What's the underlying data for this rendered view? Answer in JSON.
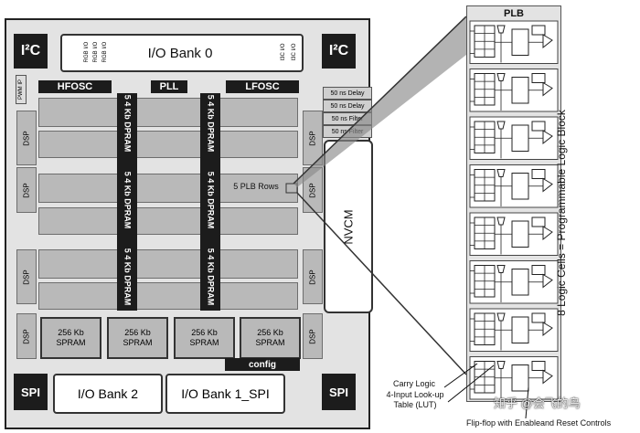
{
  "chip": {
    "i2c_label": "I²C",
    "spi_label": "SPI",
    "io_bank0": "I/O Bank 0",
    "io_bank2": "I/O Bank 2",
    "io_bank1": "I/O Bank 1_SPI",
    "rgb_io": [
      "RGB I/O",
      "RGB I/O",
      "RGB I/O"
    ],
    "i3c_io": [
      "I3C I/O",
      "I3C I/O"
    ],
    "pwm_ip": "PWM IP",
    "hfosc": "HFOSC",
    "pll": "PLL",
    "lfosc": "LFOSC",
    "dsp": "DSP",
    "dpram": "5 4 Kb DPRAM",
    "delays": [
      "50 ns Delay",
      "50 ns Delay",
      "50 ns Filter",
      "50 ns Filter"
    ],
    "plb_rows": "5 PLB Rows",
    "nvcm": "NVCM",
    "spram": [
      "256 Kb\nSPRAM",
      "256 Kb\nSPRAM",
      "256 Kb\nSPRAM",
      "256 Kb\nSPRAM"
    ],
    "config": "config"
  },
  "plb": {
    "title": "PLB",
    "side_label": "8 Logic Cells = Programmable Logic Block",
    "cell_count": 8
  },
  "annotations": {
    "carry_logic": "Carry Logic",
    "lut": "4-Input Look-up\nTable (LUT)",
    "flipflop": "Flip-flop with Enableand Reset Controls"
  },
  "watermark": "知乎 @会飞的鸟"
}
